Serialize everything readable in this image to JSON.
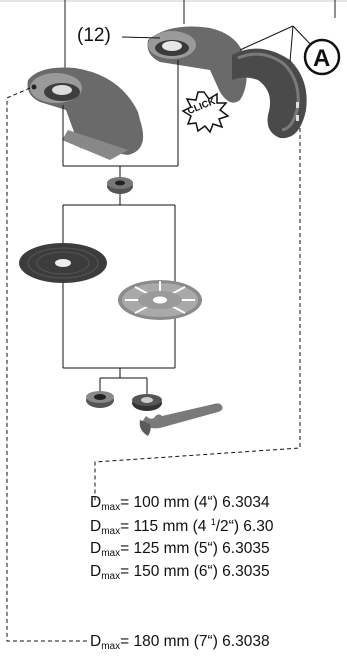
{
  "callout_number": "(12)",
  "callout_letter": "A",
  "click_text": "CLICK",
  "specs": [
    {
      "prefix": "D",
      "sub": "max",
      "text": "= 100 mm (4“) 6.3034"
    },
    {
      "prefix": "D",
      "sub": "max",
      "text_before": "= 115 mm (4 ",
      "sup": "1",
      "frac": "/2",
      "text_after": "“) 6.30"
    },
    {
      "prefix": "D",
      "sub": "max",
      "text": "= 125 mm (5“) 6.3035"
    },
    {
      "prefix": "D",
      "sub": "max",
      "text": "= 150 mm (6“) 6.3035"
    },
    {
      "prefix": "D",
      "sub": "max",
      "text": "= 180 mm (7“) 6.3038"
    }
  ]
}
